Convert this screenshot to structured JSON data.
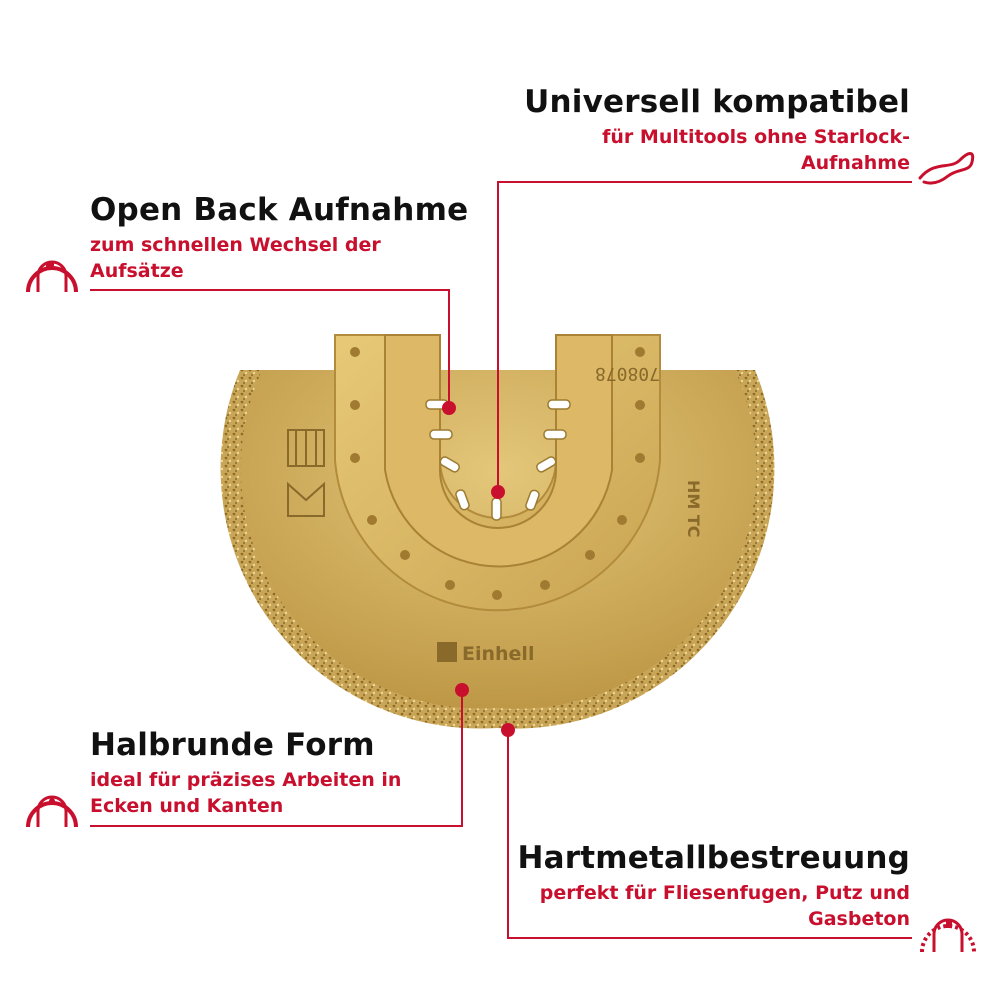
{
  "colors": {
    "accent": "#c8102e",
    "blade": "#d6b25e",
    "text": "#111111"
  },
  "features": [
    {
      "title": "Universell kompatibel",
      "desc_lines": [
        "für Multitools ohne Starlock-",
        "Aufnahme"
      ],
      "icon": "blade-outline-icon"
    },
    {
      "title": "Open Back Aufnahme",
      "desc_lines": [
        "zum schnellen Wechsel der",
        "Aufsätze"
      ],
      "icon": "open-back-mount-icon"
    },
    {
      "title": "Halbrunde Form",
      "desc_lines": [
        "ideal für präzises Arbeiten in",
        "Ecken und Kanten"
      ],
      "icon": "half-round-blade-icon"
    },
    {
      "title": "Hartmetallbestreuung",
      "desc_lines": [
        "perfekt für Fliesenfugen, Putz und",
        "Gasbeton"
      ],
      "icon": "carbide-grit-icon"
    }
  ],
  "blade": {
    "brand": "Einhell",
    "marking_code": "708078",
    "marking_material": "HM TC"
  }
}
